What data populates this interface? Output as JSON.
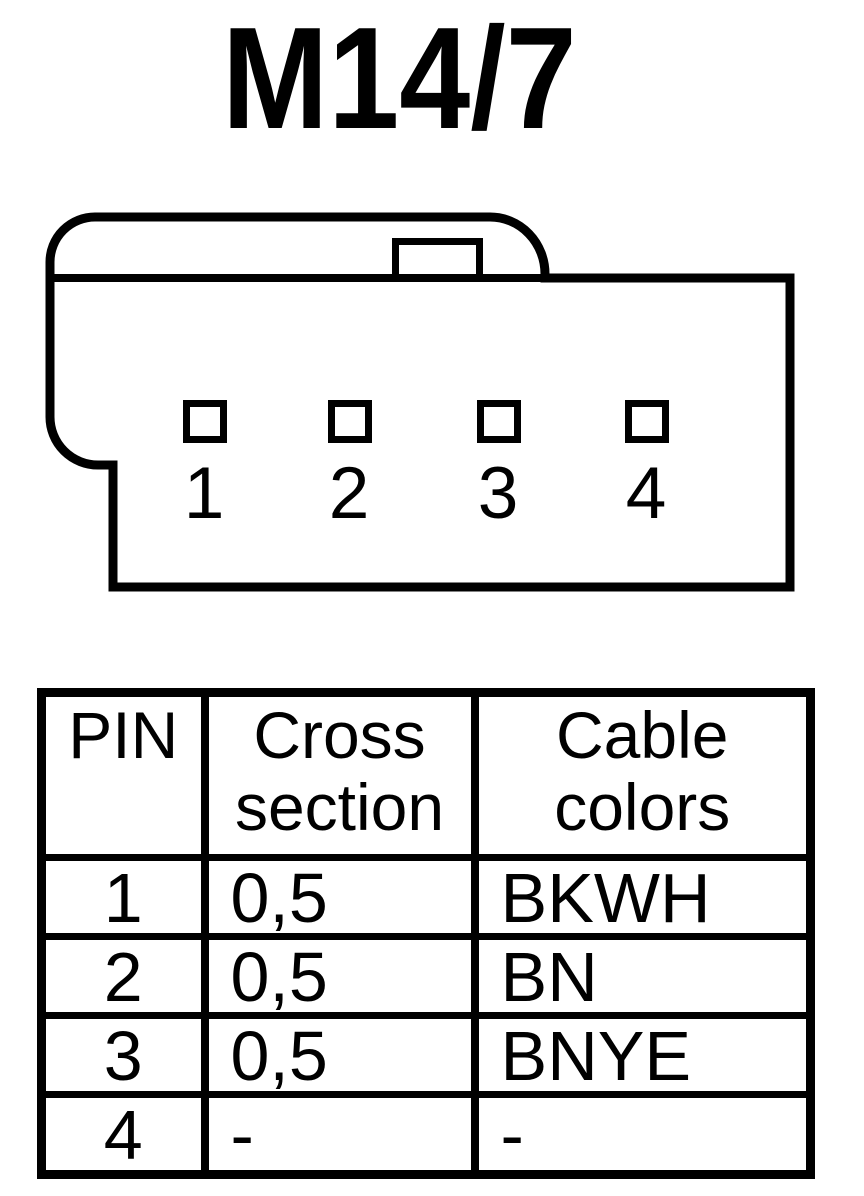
{
  "colors": {
    "ink": "#000000",
    "paper": "#ffffff"
  },
  "title": "M14/7",
  "connector": {
    "pins": [
      "1",
      "2",
      "3",
      "4"
    ]
  },
  "table": {
    "headers": {
      "pin": "PIN",
      "cross_section": "Cross\nsection",
      "cable_colors": "Cable\ncolors"
    },
    "rows": [
      {
        "pin": "1",
        "cross_section": "0,5",
        "cable_color": "BKWH"
      },
      {
        "pin": "2",
        "cross_section": "0,5",
        "cable_color": "BN"
      },
      {
        "pin": "3",
        "cross_section": "0,5",
        "cable_color": "BNYE"
      },
      {
        "pin": "4",
        "cross_section": "-",
        "cable_color": "-"
      }
    ]
  }
}
